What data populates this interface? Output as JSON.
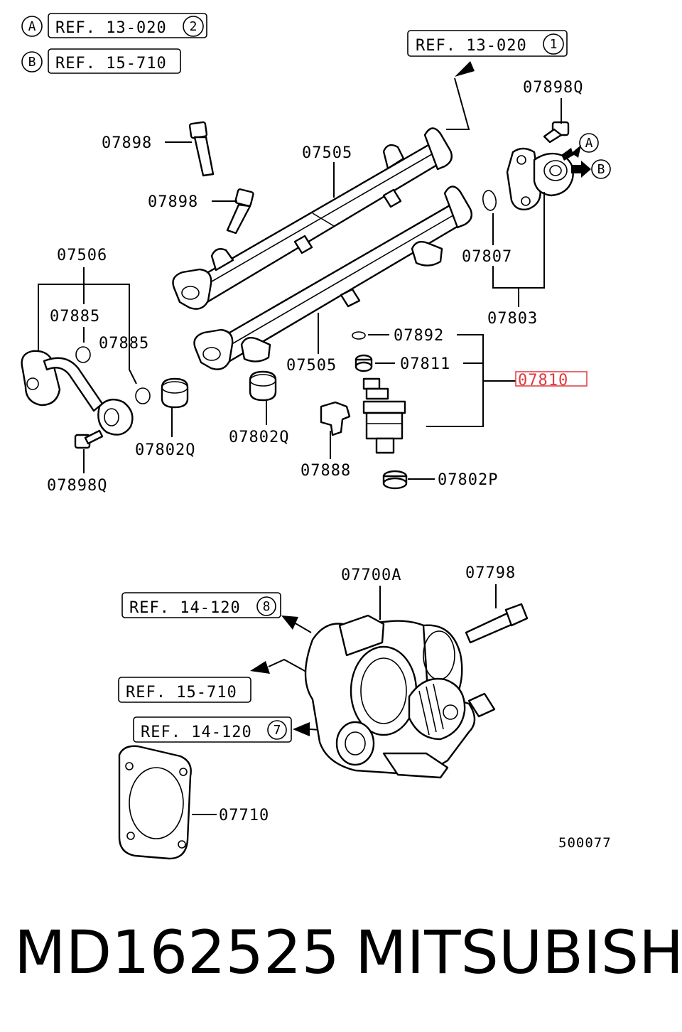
{
  "legend": [
    {
      "letter": "A",
      "ref": "REF. 13-020",
      "circle": "2"
    },
    {
      "letter": "B",
      "ref": "REF. 15-710",
      "circle": ""
    }
  ],
  "refs": {
    "top_right": {
      "text": "REF. 13-020",
      "circle": "1"
    },
    "tb_upper": {
      "text": "REF. 14-120",
      "circle": "8"
    },
    "tb_middle": {
      "text": "REF. 15-710",
      "circle": ""
    },
    "tb_lower": {
      "text": "REF. 14-120",
      "circle": "7"
    }
  },
  "arrow_letters": {
    "a": "A",
    "b": "B"
  },
  "labels": {
    "bolt_upper": "07898",
    "bolt_lower": "07898",
    "rail_upper": "07505",
    "rail_lower": "07505",
    "regulator_bolt": "07898Q",
    "oring_regulator": "07807",
    "regulator_assy": "07803",
    "pipe_assy": "07506",
    "oring_pipe_1": "07885",
    "oring_pipe_2": "07885",
    "pipe_bolt": "07898Q",
    "insulator_1": "07802Q",
    "insulator_2": "07802Q",
    "injector_oring": "07892",
    "injector_grommet": "07811",
    "injector_assy": "07810",
    "clip": "07888",
    "injector_seal": "07802P",
    "throttle_body": "07700A",
    "throttle_bolt": "07798",
    "gasket": "07710",
    "diagram_code": "500077"
  },
  "highlight_color": "#e0393e",
  "caption": {
    "part_number": "MD162525",
    "brand": "MITSUBISHI"
  }
}
